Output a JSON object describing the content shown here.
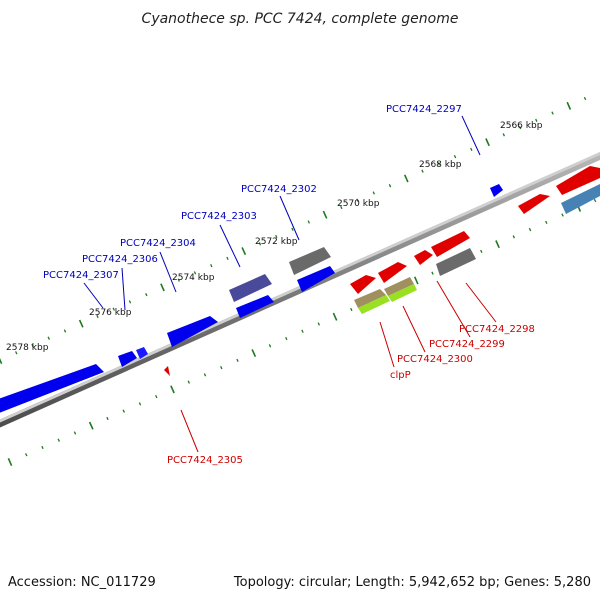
{
  "title": "Cyanothece sp. PCC 7424, complete genome",
  "footer": {
    "accession": "Accession: NC_011729",
    "summary": "Topology: circular; Length: 5,942,652 bp; Genes: 5,280"
  },
  "colors": {
    "forward_strand": "#0000ee",
    "reverse_strand": "#e00000",
    "label_forward": "#0000bb",
    "label_reverse": "#cc0000",
    "tick": "#1f7a1f",
    "backbone": "#8a8a8a"
  },
  "ticks": [
    {
      "label": "2566 kbp"
    },
    {
      "label": "2568 kbp"
    },
    {
      "label": "2570 kbp"
    },
    {
      "label": "2572 kbp"
    },
    {
      "label": "2574 kbp"
    },
    {
      "label": "2576 kbp"
    },
    {
      "label": "2578 kbp"
    }
  ],
  "genes_forward": [
    {
      "label": "PCC7424_2297"
    },
    {
      "label": "PCC7424_2302"
    },
    {
      "label": "PCC7424_2303"
    },
    {
      "label": "PCC7424_2304"
    },
    {
      "label": "PCC7424_2306"
    },
    {
      "label": "PCC7424_2307"
    }
  ],
  "genes_reverse": [
    {
      "label": "PCC7424_2298"
    },
    {
      "label": "PCC7424_2299"
    },
    {
      "label": "PCC7424_2300"
    },
    {
      "label": "clpP"
    },
    {
      "label": "PCC7424_2305"
    }
  ]
}
